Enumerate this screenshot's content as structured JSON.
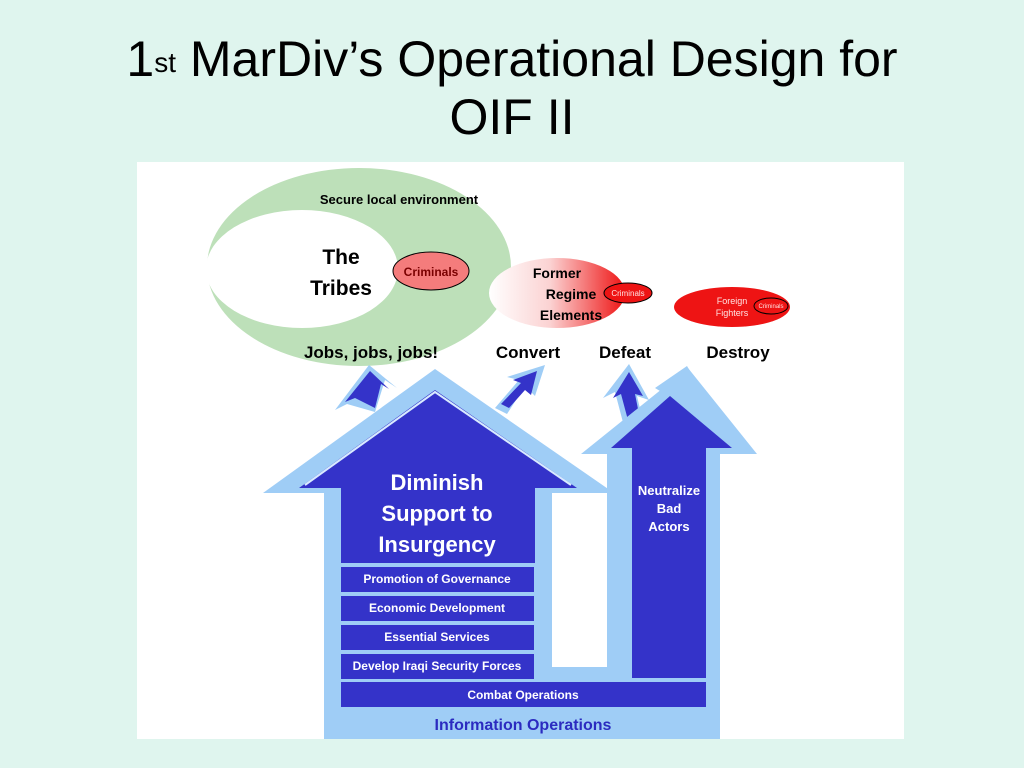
{
  "slide": {
    "title_prefix": "1",
    "title_superscript": "st",
    "title_line1_rest": " MarDiv’s Operational Design for",
    "title_line2": "OIF II"
  },
  "diagram": {
    "environment_label": "Secure local environment",
    "tribes_line1": "The",
    "tribes_line2": "Tribes",
    "criminals_label": "Criminals",
    "fre_line1": "Former",
    "fre_line2": "Regime",
    "fre_line3": "Elements",
    "fre_criminals_label": "Criminals",
    "ff_line1": "Foreign",
    "ff_line2": "Fighters",
    "ff_criminals_label": "Criminals",
    "outcomes": {
      "jobs": "Jobs, jobs, jobs!",
      "convert": "Convert",
      "defeat": "Defeat",
      "destroy": "Destroy"
    },
    "house_line1": "Diminish",
    "house_line2": "Support to",
    "house_line3": "Insurgency",
    "lines_of_operation": [
      "Promotion of Governance",
      "Economic Development",
      "Essential Services",
      "Develop Iraqi Security Forces"
    ],
    "combat_ops": "Combat Operations",
    "info_ops": "Information Operations",
    "neutralize_line1": "Neutralize",
    "neutralize_line2": "Bad",
    "neutralize_line3": "Actors"
  },
  "colors": {
    "background": "#dff5ee",
    "green_ellipse": "#bde0b9",
    "light_blue": "#9fcdf6",
    "dark_blue": "#3433c9",
    "red": "#ee1414",
    "info_ops_text": "#2b2bc0"
  }
}
